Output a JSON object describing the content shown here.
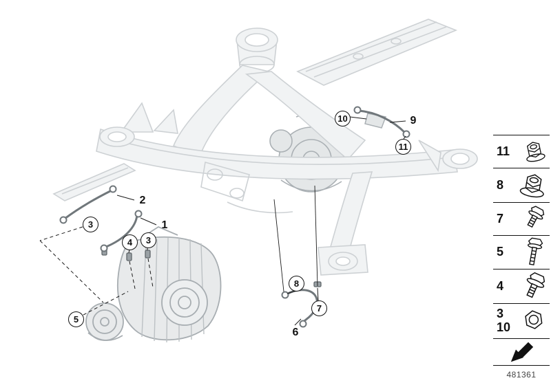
{
  "drawing_number": "481361",
  "callouts": [
    {
      "label": "10",
      "shape": "circle"
    },
    {
      "label": "9",
      "shape": "plain"
    },
    {
      "label": "11",
      "shape": "circle"
    },
    {
      "label": "2",
      "shape": "plain"
    },
    {
      "label": "3",
      "shape": "circle"
    },
    {
      "label": "1",
      "shape": "plain"
    },
    {
      "label": "4",
      "shape": "circle"
    },
    {
      "label": "3",
      "shape": "circle"
    },
    {
      "label": "5",
      "shape": "circle"
    },
    {
      "label": "8",
      "shape": "circle"
    },
    {
      "label": "7",
      "shape": "circle"
    },
    {
      "label": "6",
      "shape": "plain"
    }
  ],
  "legend": {
    "rows": [
      {
        "labels": [
          "11"
        ],
        "icon": "flange-nut-icon"
      },
      {
        "labels": [
          "8"
        ],
        "icon": "flange-nut-icon"
      },
      {
        "labels": [
          "7"
        ],
        "icon": "hex-bolt-icon"
      },
      {
        "labels": [
          "5"
        ],
        "icon": "hex-bolt-icon"
      },
      {
        "labels": [
          "4"
        ],
        "icon": "flange-bolt-icon"
      },
      {
        "labels": [
          "3",
          "10"
        ],
        "icon": "hex-nut-icon"
      }
    ],
    "direction_arrow": "front-direction-arrow-icon"
  },
  "colors": {
    "line_art": "#cdd1d4",
    "part_fill": "#f1f3f4",
    "cable": "#70777b",
    "callout_stroke": "#111111"
  }
}
